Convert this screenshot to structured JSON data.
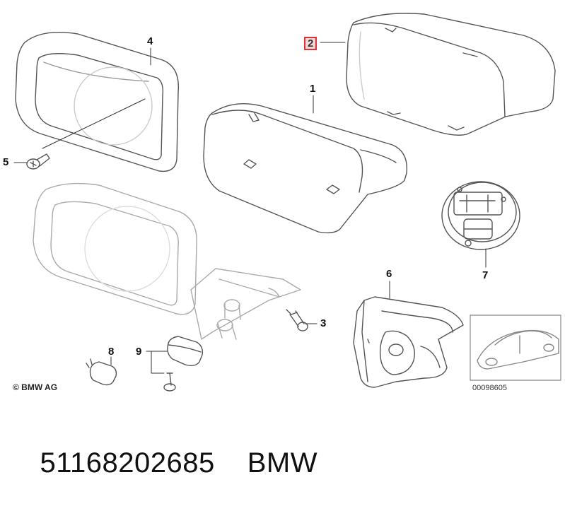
{
  "callouts": {
    "c1": "1",
    "c2": "2",
    "c3": "3",
    "c4": "4",
    "c5": "5",
    "c6": "6",
    "c7": "7",
    "c8": "8",
    "c9": "9"
  },
  "copyright": "© BMW AG",
  "image_code": "00098605",
  "caption": {
    "part_number": "51168202685",
    "brand": "BMW"
  },
  "colors": {
    "line": "#555555",
    "highlight_border": "#dd3333",
    "highlight_fill": "#f4d8d8"
  }
}
